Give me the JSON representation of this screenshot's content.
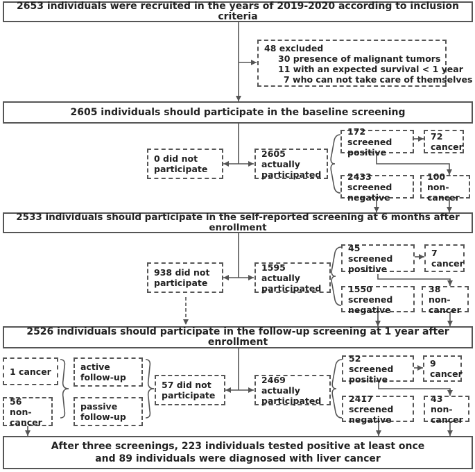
{
  "recruited": "2653 individuals were recruited in the years of 2019-2020 according to inclusion criteria",
  "excluded": {
    "title": "48 excluded",
    "lines": [
      "30  presence of malignant tumors",
      "11  with an expected survival < 1 year",
      "7  who can not take care of themselves"
    ]
  },
  "baseline": {
    "header": "2605 individuals should participate in the baseline screening",
    "did_not": "0 did not participate",
    "actually": "2605 actually participated",
    "positive": "172 screened positive",
    "cancer": "72 cancer",
    "negative": "2433 screened negative",
    "non_cancer": "100 non-cancer"
  },
  "six_month": {
    "header": "2533 individuals should participate in the self-reported screening at 6 months after enrollment",
    "did_not": "938 did not participate",
    "actually": "1595 actually participated",
    "positive": "45 screened positive",
    "cancer": "7 cancer",
    "negative": "1550 screened negative",
    "non_cancer": "38 non-cancer"
  },
  "one_year": {
    "header": "2526  individuals should participate in the follow-up screening at 1 year after enrollment",
    "did_not": "57 did not participate",
    "actually": "2469 actually participated",
    "positive": "52 screened positive",
    "cancer": "9 cancer",
    "negative": "2417 screened negative",
    "non_cancer": "43 non-cancer",
    "active": "active follow-up",
    "passive": "passive follow-up",
    "fu_cancer": "1 cancer",
    "fu_non_cancer": "56 non-cancer"
  },
  "final": {
    "line1": "After three screenings, 223 individuals tested positive at least once",
    "line2": "and 89 individuals were diagnosed with liver cancer"
  }
}
